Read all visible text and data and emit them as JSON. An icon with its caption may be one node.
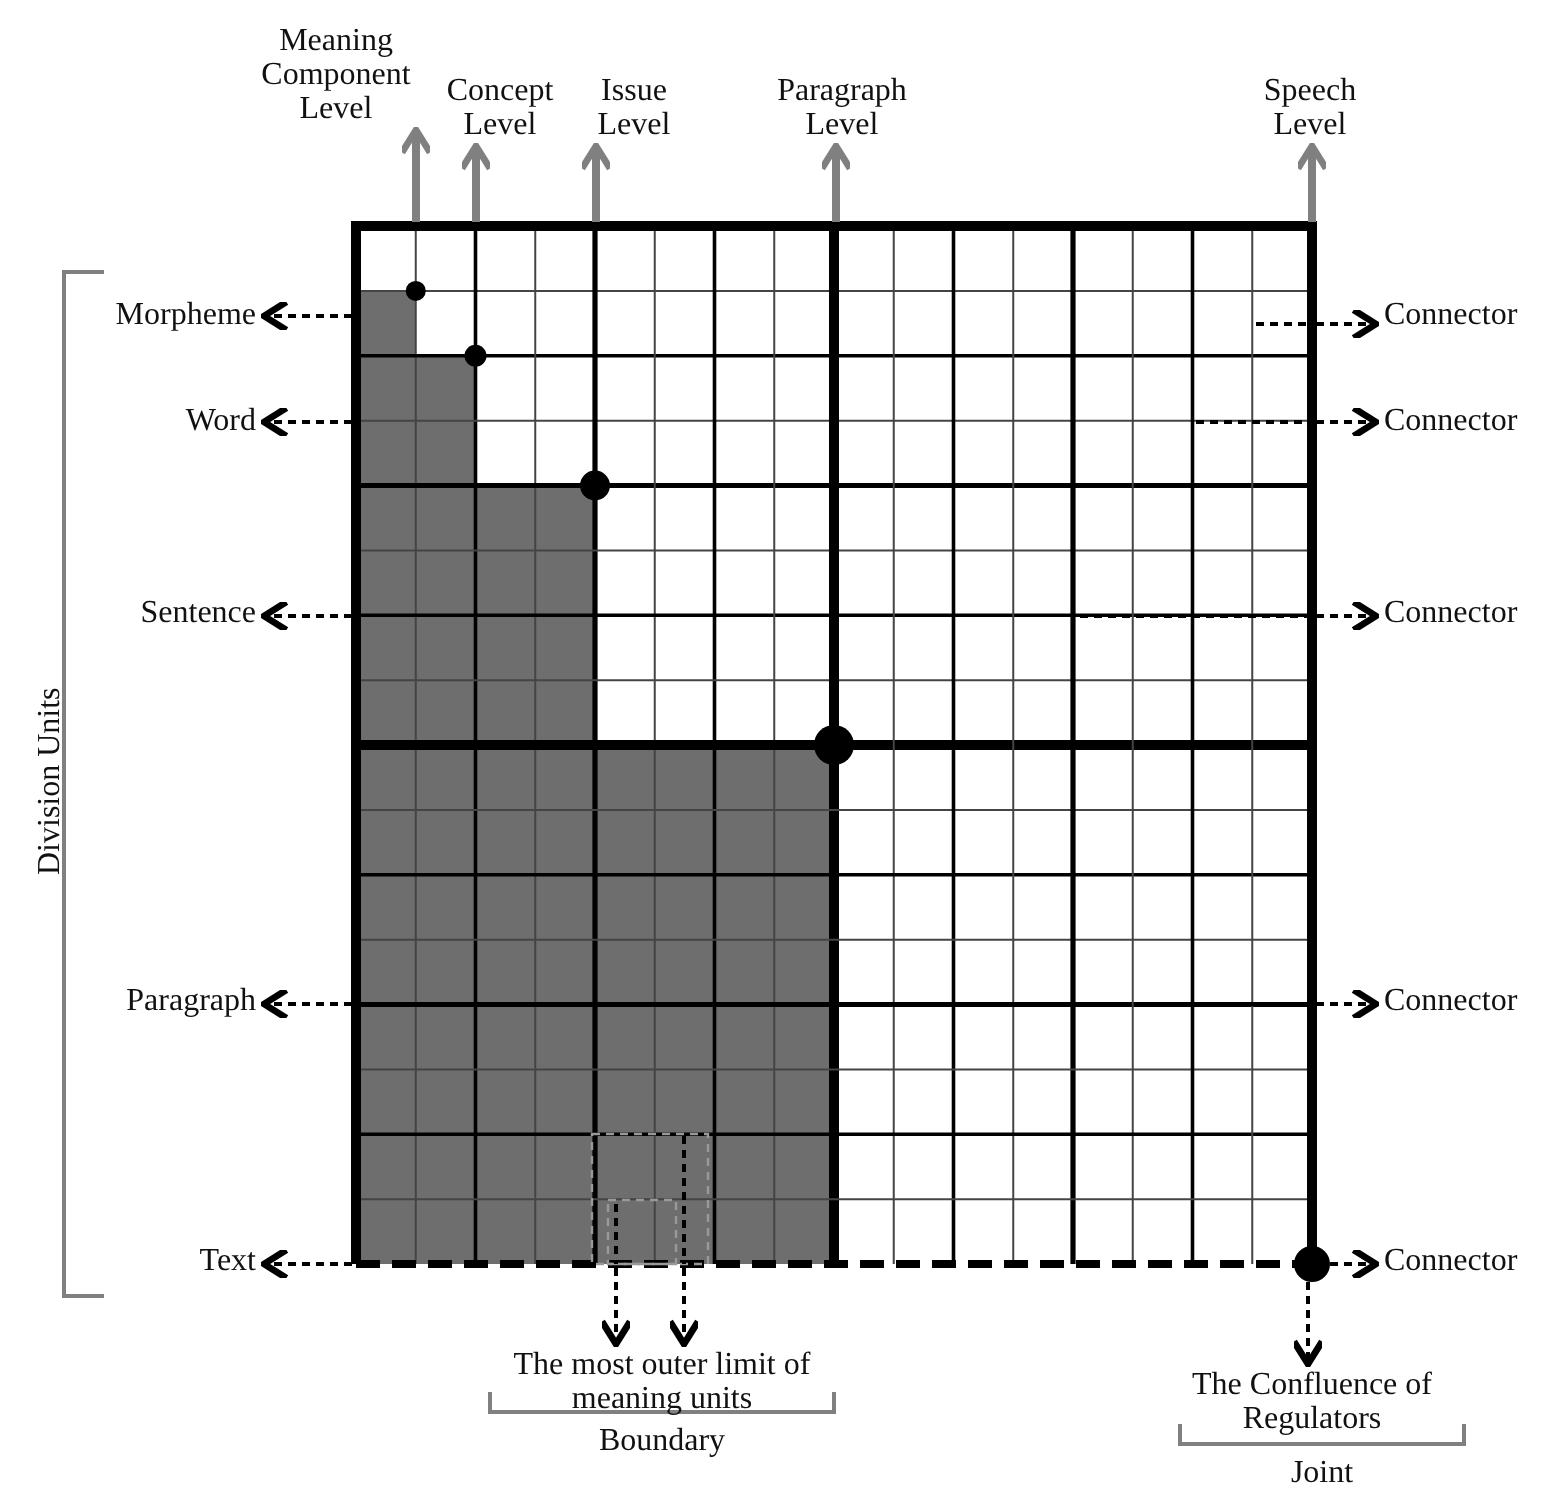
{
  "diagram": {
    "nodes": [
      {
        "text": [],
        "shape": "box"
      },
      {
        "text": [
          "Meaning Component Level"
        ]
      },
      {
        "text": [
          "Concept Level"
        ]
      },
      {
        "text": [
          "Issue Level"
        ]
      },
      {
        "text": [
          "Paragraph Level"
        ]
      },
      {
        "text": [
          "Speech Level"
        ]
      },
      {
        "text": [
          "Morpheme"
        ]
      },
      {
        "text": [
          "Word"
        ]
      },
      {
        "text": [
          "Sentence"
        ]
      },
      {
        "text": [
          "Paragraph"
        ]
      },
      {
        "text": [
          "Text"
        ]
      },
      {
        "text": [
          "Connector"
        ]
      },
      {
        "text": [
          "Connector"
        ]
      },
      {
        "text": [
          "Connector"
        ]
      },
      {
        "text": [
          "Connector"
        ]
      },
      {
        "text": [
          "Connector"
        ]
      },
      {
        "text": [
          "The most outer limit of meaning units"
        ]
      },
      {
        "text": [
          "The Confluence of Regulators"
        ]
      }
    ],
    "edges": [
      {
        "from": 0,
        "to": 1,
        "arrow": "to",
        "style": "thick",
        "color": "#808080"
      },
      {
        "from": 0,
        "to": 2,
        "arrow": "to",
        "style": "thick",
        "color": "#808080"
      },
      {
        "from": 0,
        "to": 3,
        "arrow": "to",
        "style": "thick",
        "color": "#808080"
      },
      {
        "from": 0,
        "to": 4,
        "arrow": "to",
        "style": "thick",
        "color": "#808080"
      },
      {
        "from": 0,
        "to": 5,
        "arrow": "to",
        "style": "thick",
        "color": "#808080"
      },
      {
        "from": 0,
        "to": 6,
        "arrow": "to",
        "style": "dashed"
      },
      {
        "from": 0,
        "to": 7,
        "arrow": "to",
        "style": "dashed"
      },
      {
        "from": 0,
        "to": 8,
        "arrow": "to",
        "style": "dashed"
      },
      {
        "from": 0,
        "to": 9,
        "arrow": "to",
        "style": "dashed"
      },
      {
        "from": 0,
        "to": 10,
        "arrow": "to",
        "style": "dashed"
      },
      {
        "from": 0,
        "to": 11,
        "arrow": "to",
        "style": "dashed"
      },
      {
        "from": 0,
        "to": 12,
        "arrow": "to",
        "style": "dashed"
      },
      {
        "from": 0,
        "to": 13,
        "arrow": "to",
        "style": "dashed"
      },
      {
        "from": 0,
        "to": 14,
        "arrow": "to",
        "style": "dashed"
      },
      {
        "from": 0,
        "to": 15,
        "arrow": "to",
        "style": "dashed"
      },
      {
        "from": 0,
        "to": 16,
        "arrow": "to",
        "style": "dashed"
      },
      {
        "from": 0,
        "to": 16,
        "arrow": "to",
        "style": "dashed"
      },
      {
        "from": 0,
        "to": 17,
        "arrow": "to",
        "style": "dashed"
      }
    ],
    "labels": [
      "Division Units",
      "Boundary",
      "Joint"
    ]
  }
}
